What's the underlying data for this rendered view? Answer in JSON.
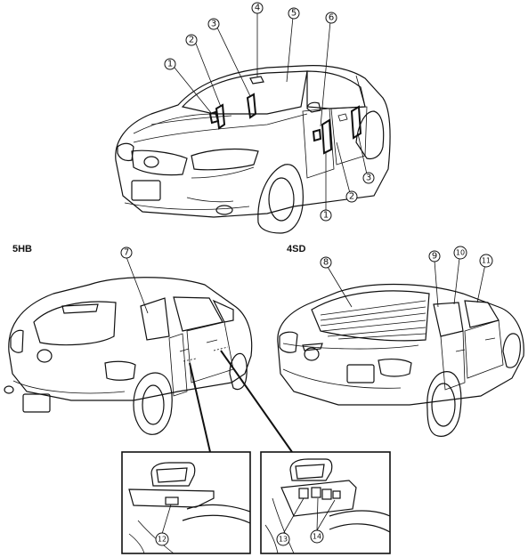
{
  "labels": {
    "variant_5hb": "5HB",
    "variant_4sd": "4SD"
  },
  "callouts": [
    "1",
    "2",
    "3",
    "4",
    "5",
    "6",
    "1",
    "2",
    "3",
    "7",
    "8",
    "9",
    "10",
    "11",
    "12",
    "13",
    "14"
  ]
}
